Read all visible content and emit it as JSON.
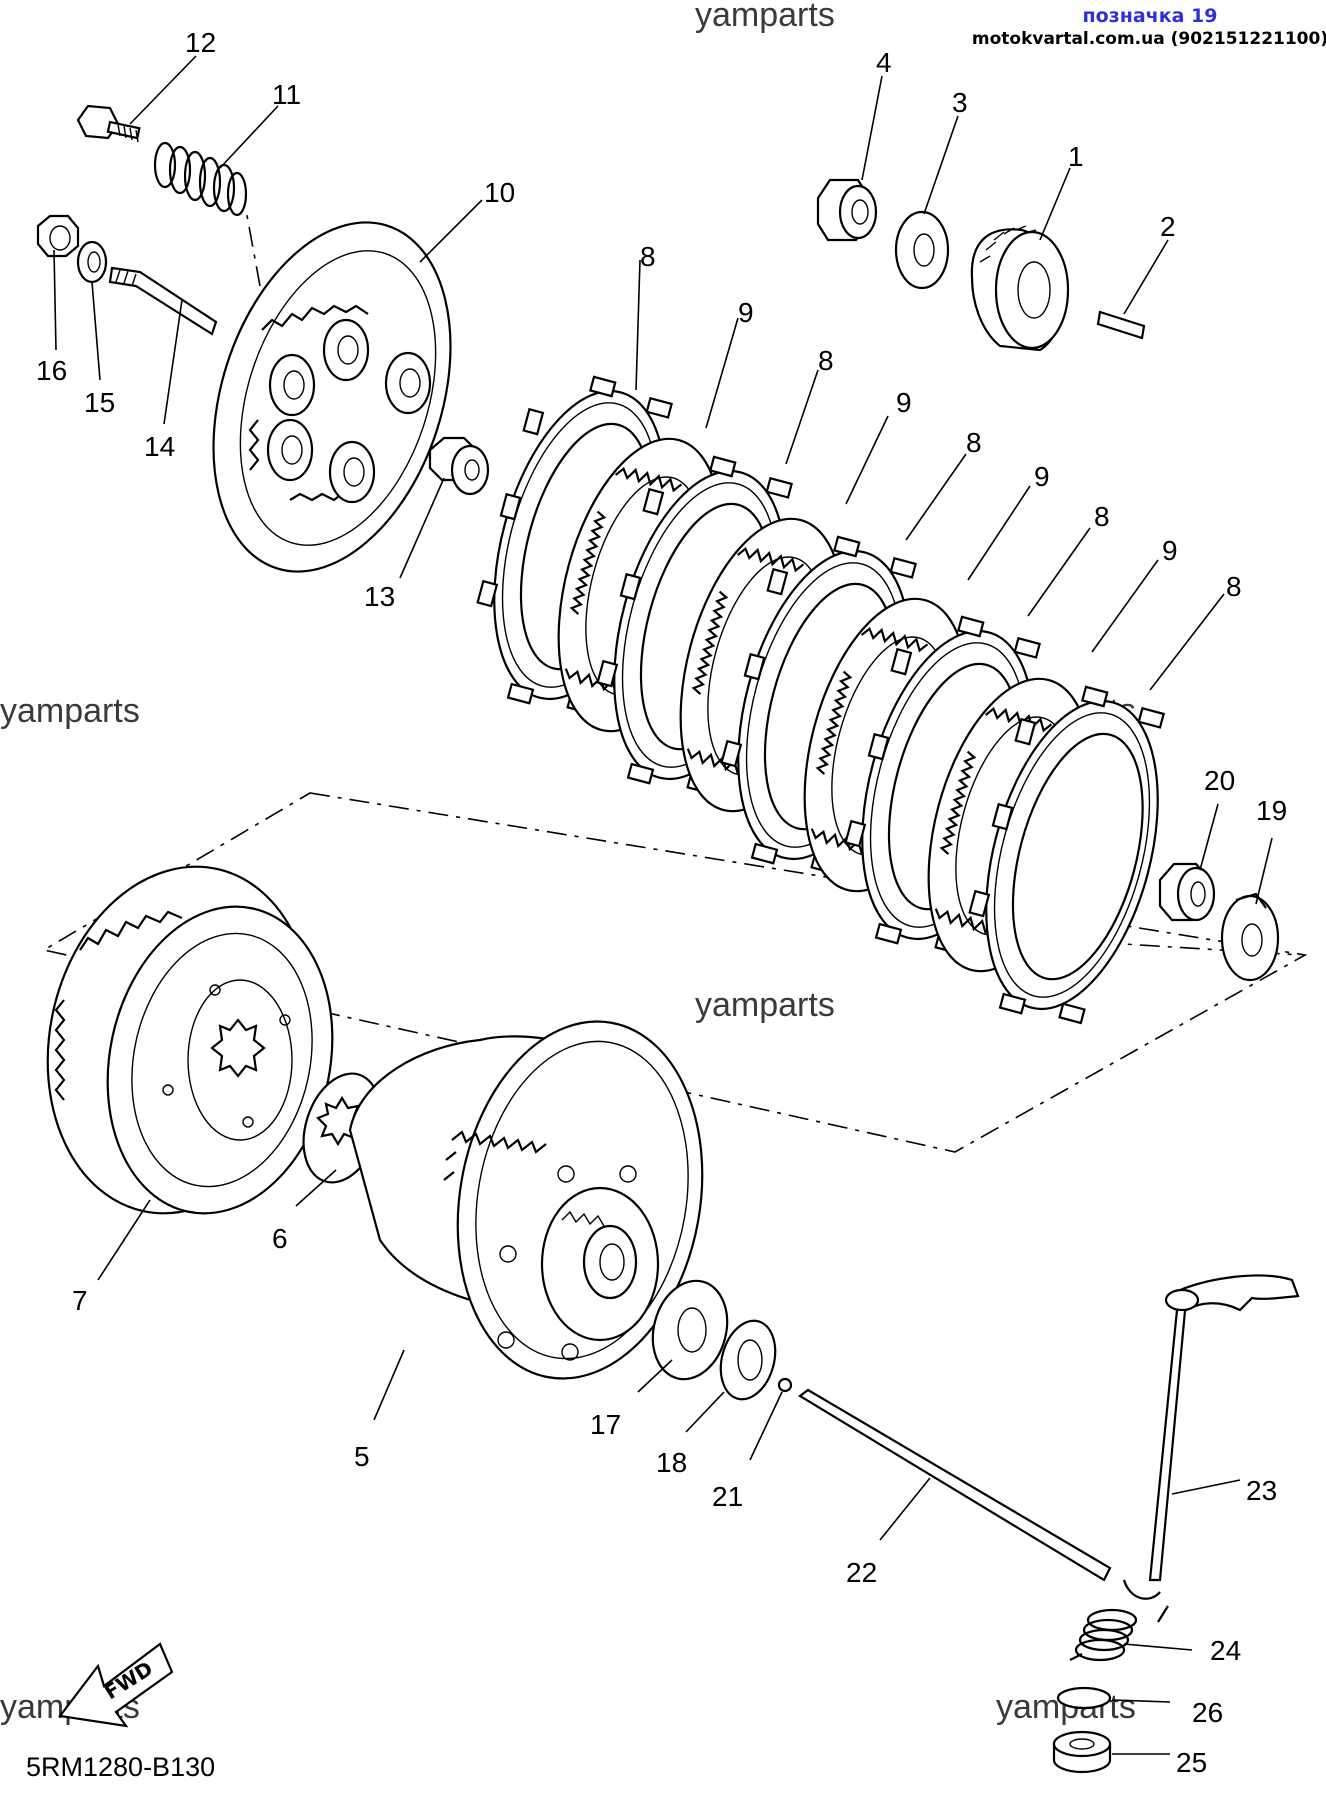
{
  "header": {
    "badge": "позначка 19",
    "site": "motokvartal.com.ua (902151221100)",
    "badge_color": "#2f2fd8"
  },
  "watermark": "yamparts",
  "diagram_code": "5RM1280-B130",
  "fwd_label": "FWD",
  "callouts": [
    {
      "id": "c1",
      "text": "1"
    },
    {
      "id": "c2",
      "text": "2"
    },
    {
      "id": "c3",
      "text": "3"
    },
    {
      "id": "c4",
      "text": "4"
    },
    {
      "id": "c5",
      "text": "5"
    },
    {
      "id": "c6",
      "text": "6"
    },
    {
      "id": "c7",
      "text": "7"
    },
    {
      "id": "c8a",
      "text": "8"
    },
    {
      "id": "c8b",
      "text": "8"
    },
    {
      "id": "c8c",
      "text": "8"
    },
    {
      "id": "c8d",
      "text": "8"
    },
    {
      "id": "c8e",
      "text": "8"
    },
    {
      "id": "c9a",
      "text": "9"
    },
    {
      "id": "c9b",
      "text": "9"
    },
    {
      "id": "c9c",
      "text": "9"
    },
    {
      "id": "c9d",
      "text": "9"
    },
    {
      "id": "c10",
      "text": "10"
    },
    {
      "id": "c11",
      "text": "11"
    },
    {
      "id": "c12",
      "text": "12"
    },
    {
      "id": "c13",
      "text": "13"
    },
    {
      "id": "c14",
      "text": "14"
    },
    {
      "id": "c15",
      "text": "15"
    },
    {
      "id": "c16",
      "text": "16"
    },
    {
      "id": "c17",
      "text": "17"
    },
    {
      "id": "c18",
      "text": "18"
    },
    {
      "id": "c19",
      "text": "19"
    },
    {
      "id": "c20",
      "text": "20"
    },
    {
      "id": "c21",
      "text": "21"
    },
    {
      "id": "c22",
      "text": "22"
    },
    {
      "id": "c23",
      "text": "23"
    },
    {
      "id": "c24",
      "text": "24"
    },
    {
      "id": "c25",
      "text": "25"
    },
    {
      "id": "c26",
      "text": "26"
    }
  ]
}
